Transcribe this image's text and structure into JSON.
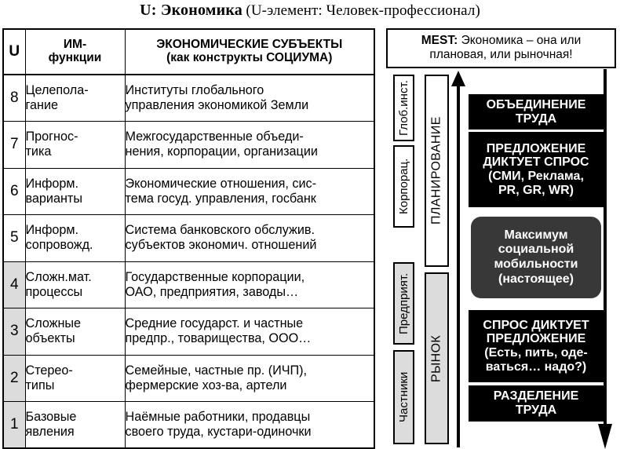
{
  "title": {
    "bold": "U: Экономика",
    "regular": "(U-элемент: Человек-профессионал)"
  },
  "table": {
    "headers": {
      "u": "U",
      "functions_l1": "ИМ-",
      "functions_l2": "функции",
      "subjects_l1": "ЭКОНОМИЧЕСКИЕ СУБЪЕКТЫ",
      "subjects_l2": "(как конструкты СОЦИУМА)"
    },
    "rows": [
      {
        "num": "8",
        "shaded": false,
        "function_l1": "Целепола-",
        "function_l2": "гание",
        "subject_l1": "Институты глобального",
        "subject_l2": "управления экономикой Земли"
      },
      {
        "num": "7",
        "shaded": false,
        "function_l1": "Прогнос-",
        "function_l2": "тика",
        "subject_l1": "Межгосударственные объеди-",
        "subject_l2": "нения, корпорации, организации"
      },
      {
        "num": "6",
        "shaded": false,
        "function_l1": "Информ.",
        "function_l2": "варианты",
        "subject_l1": "Экономические отношения, сис-",
        "subject_l2": "тема госуд. управления, госбанк"
      },
      {
        "num": "5",
        "shaded": false,
        "function_l1": "Информ.",
        "function_l2": "сопровожд.",
        "subject_l1": "Система банковского обслужив.",
        "subject_l2": "субъектов экономич. отношений"
      },
      {
        "num": "4",
        "shaded": true,
        "function_l1": "Сложн.мат.",
        "function_l2": "процессы",
        "subject_l1": "Государственные корпорации,",
        "subject_l2": "ОАО, предприятия, заводы…"
      },
      {
        "num": "3",
        "shaded": true,
        "function_l1": "Сложные",
        "function_l2": "объекты",
        "subject_l1": "Средние государст. и частные",
        "subject_l2": "предпр., товарищества, ООО…"
      },
      {
        "num": "2",
        "shaded": true,
        "function_l1": "Стерео-",
        "function_l2": "типы",
        "subject_l1": "Семейные, частные пр. (ИЧП),",
        "subject_l2": "фермерские хоз-ва, артели"
      },
      {
        "num": "1",
        "shaded": true,
        "function_l1": "Базовые",
        "function_l2": "явления",
        "subject_l1": "Наёмные работники, продавцы",
        "subject_l2": "своего труда, кустари-одиночки"
      }
    ]
  },
  "panel": {
    "mest": {
      "tag": "MEST:",
      "line1": " Экономика – она или",
      "line2": "плановая, или рыночная!"
    },
    "actor_labels": [
      {
        "text": "Глоб.инст.",
        "shaded": false
      },
      {
        "text": "Корпорац.",
        "shaded": false
      },
      {
        "text": "Предприят.",
        "shaded": true
      },
      {
        "text": "Частники",
        "shaded": true
      }
    ],
    "mode_labels": [
      {
        "text": "ПЛАНИРОВАНИЕ",
        "shaded": false
      },
      {
        "text": "РЫНОК",
        "shaded": true
      }
    ],
    "boxes": [
      {
        "id": "objedinenie",
        "lines": [
          "ОБЪЕДИНЕНИЕ",
          "ТРУДА"
        ],
        "style": "black"
      },
      {
        "id": "predlozhenie",
        "lines": [
          "ПРЕДЛОЖЕНИЕ",
          "ДИКТУЕТ СПРОС",
          "(СМИ, Реклама,",
          "PR, GR, WR)"
        ],
        "style": "black"
      },
      {
        "id": "maksimum",
        "lines": [
          "Максимум",
          "социальной",
          "мобильности",
          "(настоящее)"
        ],
        "style": "rounded-dark"
      },
      {
        "id": "spros",
        "lines": [
          "СПРОС ДИКТУЕТ",
          "ПРЕДЛОЖЕНИЕ",
          "(Есть, пить, оде-",
          "ваться… надо?)"
        ],
        "style": "black"
      },
      {
        "id": "razdelenie",
        "lines": [
          "РАЗДЕЛЕНИЕ",
          "ТРУДА"
        ],
        "style": "black"
      }
    ],
    "arrows": [
      {
        "name": "up-arrow",
        "direction": "up"
      },
      {
        "name": "down-arrow",
        "direction": "down"
      }
    ]
  },
  "colors": {
    "shade_gray": "#dcdcdc",
    "box_black": "#000000",
    "box_dark_gray": "#383838",
    "text_white": "#ffffff",
    "text_black": "#000000"
  }
}
